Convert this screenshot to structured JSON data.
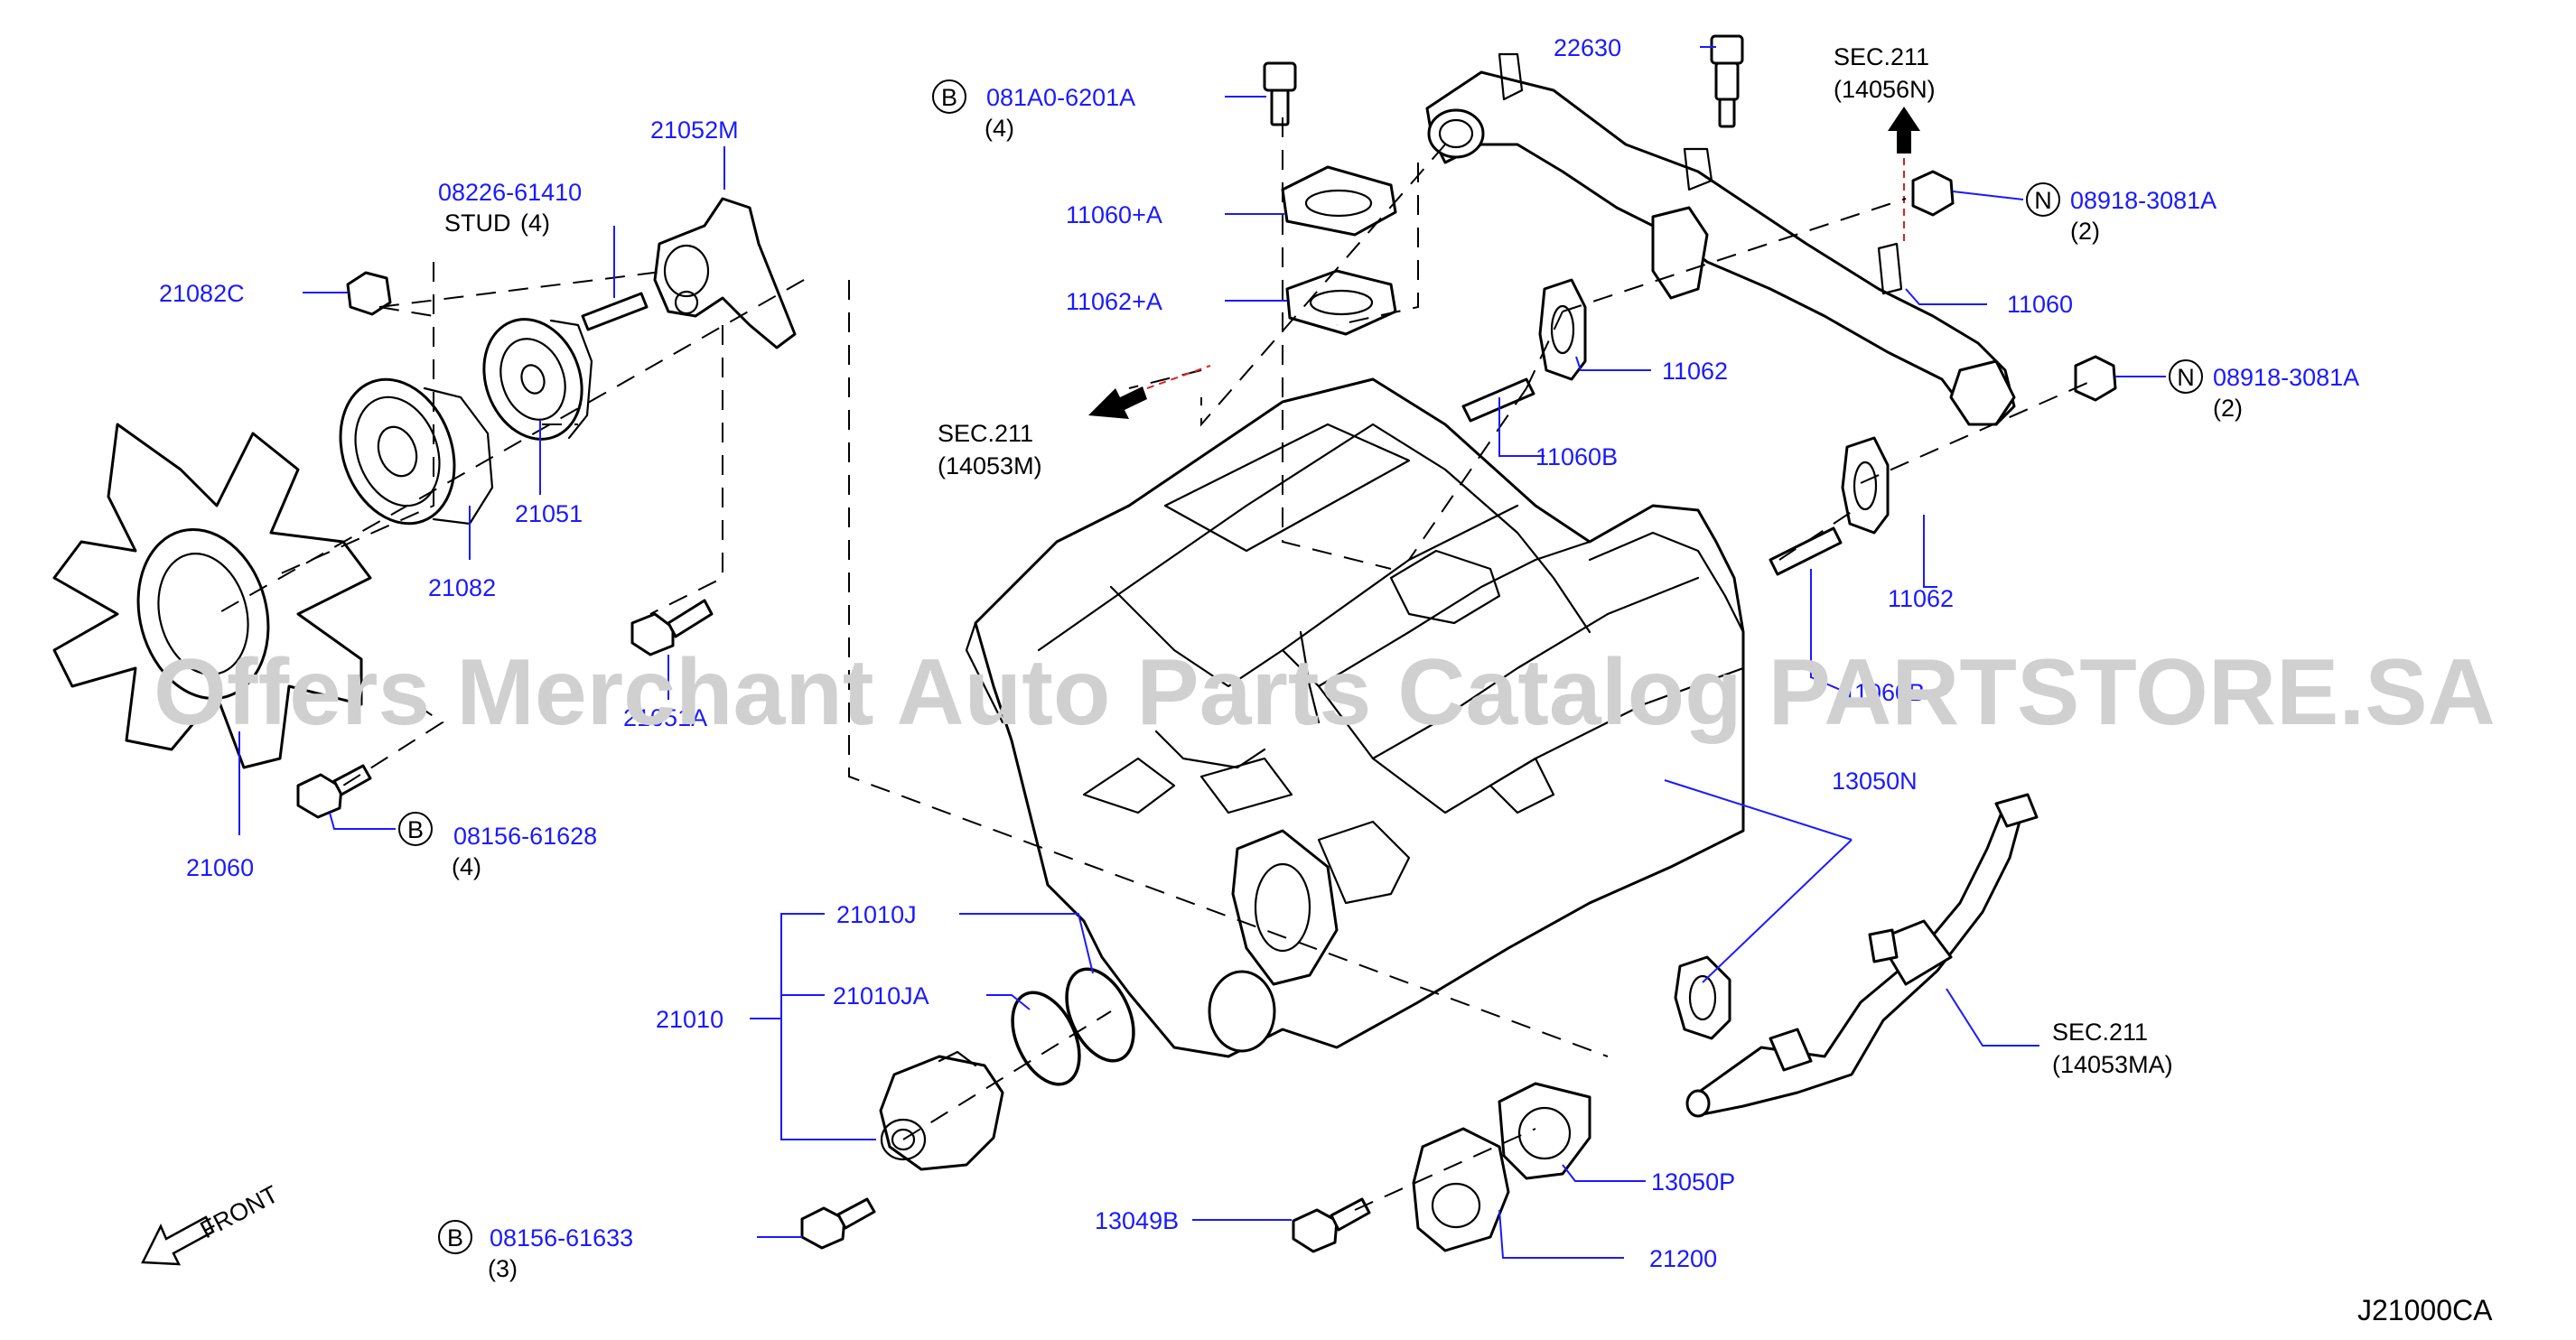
{
  "diagram_code": "J21000CA",
  "watermark": "Offers Merchant Auto Parts Catalog PARTSTORE.SA",
  "front_label": "FRONT",
  "callouts": {
    "p22630": "22630",
    "sec211_14056n_a": "SEC.211",
    "sec211_14056n_b": "(14056N)",
    "b_081a0": "081A0-6201A",
    "b_081a0_qty": "(4)",
    "p11060a": "11060+A",
    "p11062a": "11062+A",
    "n_08918_1": "08918-3081A",
    "n_08918_1_qty": "(2)",
    "p11060": "11060",
    "n_08918_2": "08918-3081A",
    "n_08918_2_qty": "(2)",
    "p11062_1": "11062",
    "p11060b_1": "11060B",
    "sec211_14053m_a": "SEC.211",
    "sec211_14053m_b": "(14053M)",
    "p11062_2": "11062",
    "p11060b_2": "11060B",
    "p21052m": "21052M",
    "p08226": "08226-61410",
    "stud": "STUD",
    "stud_qty": "(4)",
    "p21082c": "21082C",
    "p21051": "21051",
    "p21082": "21082",
    "p21060": "21060",
    "p21051a": "21051A",
    "b_08156_628": "08156-61628",
    "b_08156_628_qty": "(4)",
    "p21010j": "21010J",
    "p21010ja": "21010JA",
    "p21010": "21010",
    "p13050n": "13050N",
    "sec211_14053ma_a": "SEC.211",
    "sec211_14053ma_b": "(14053MA)",
    "p13050p": "13050P",
    "p13049b": "13049B",
    "p21200": "21200",
    "b_08156_633": "08156-61633",
    "b_08156_633_qty": "(3)"
  },
  "badges": {
    "b": "B",
    "n": "N"
  }
}
